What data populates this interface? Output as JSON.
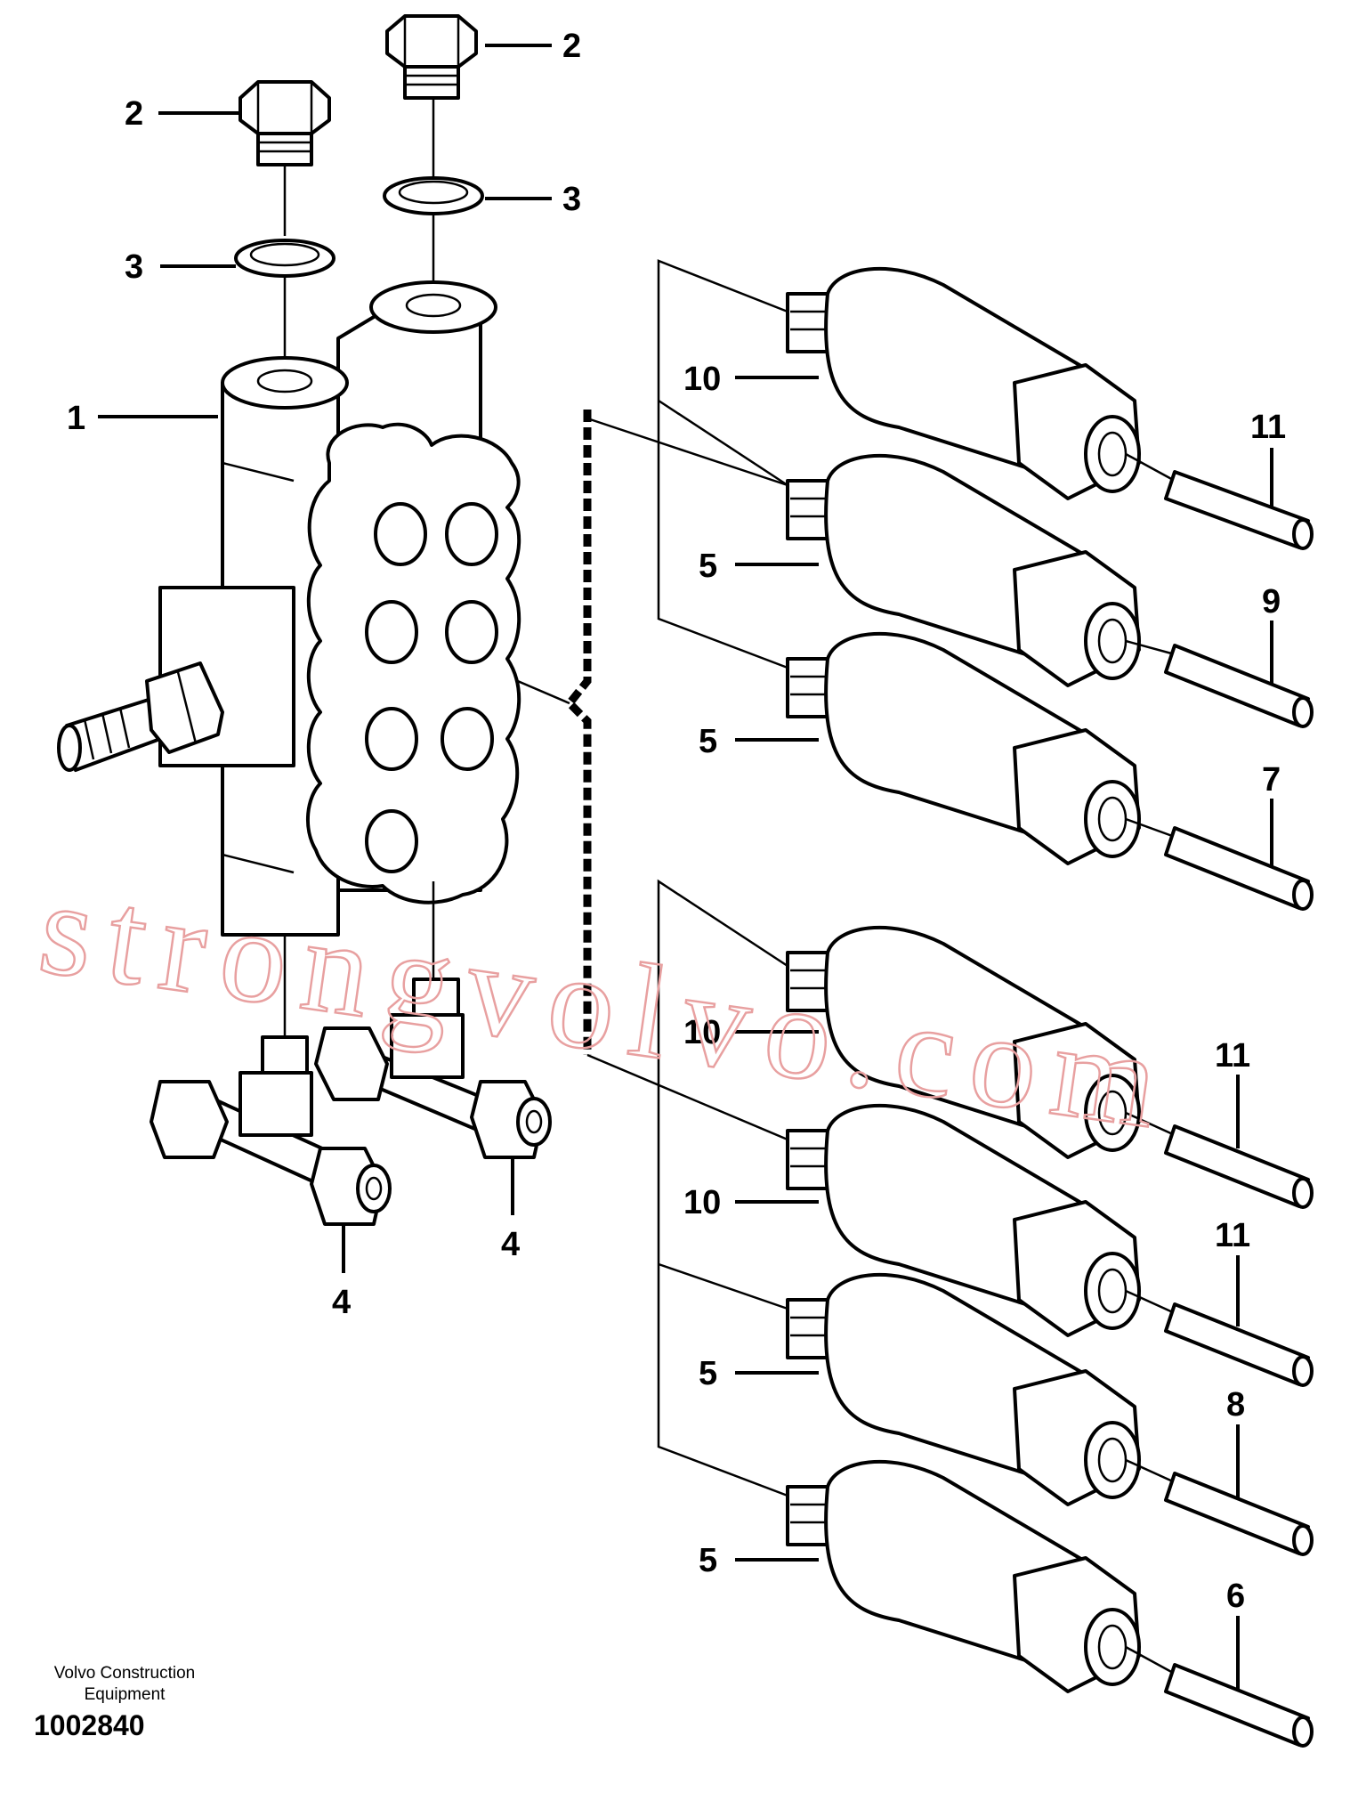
{
  "diagram": {
    "callouts": [
      "1",
      "2",
      "2",
      "3",
      "3",
      "4",
      "4",
      "5",
      "5",
      "5",
      "5",
      "6",
      "7",
      "8",
      "9",
      "10",
      "10",
      "10",
      "11",
      "11",
      "11"
    ],
    "watermark": "strongvolvo.com",
    "caption": {
      "company_line1": "Volvo Construction",
      "company_line2": "Equipment",
      "number": "1002840"
    }
  }
}
